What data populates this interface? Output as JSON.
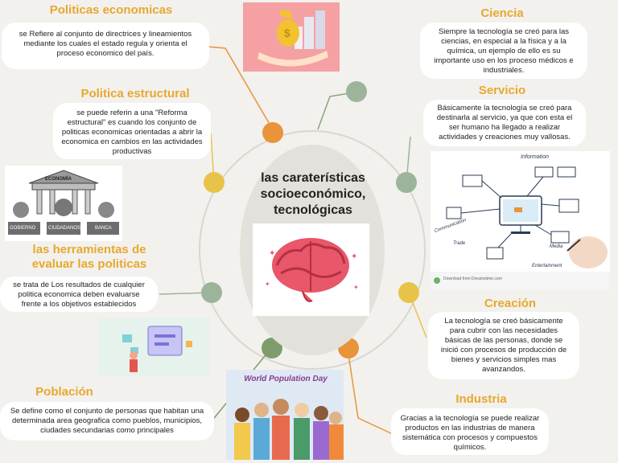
{
  "center": {
    "title_line1": "las caraterísticas",
    "title_line2": "socioeconómico,",
    "title_line3": "tecnológicas"
  },
  "nodes": {
    "politicas_economicas": {
      "title": "Politicas economicas",
      "text": "se Refiere al conjunto de directrices y lineamientos mediante los cuales el estado regula y orienta el proceso economico del país."
    },
    "politica_estructural": {
      "title": "Politica estructural",
      "text": "se puede referin a una \"Reforma estructural\" es cuando los conjunto de politicas economicas orientadas a abrir la economica en cambios en las actividades productivas"
    },
    "herramientas": {
      "title_line1": "las herramientas de",
      "title_line2": "evaluar las politicas",
      "text": "se trata de Los resultados de cualquier politica economica deben evaluarse frente a los objetivos establecidos"
    },
    "poblacion": {
      "title": "Población",
      "text": "Se define como el conjunto de personas que habitan una determinada area geografica como pueblos, municipios, ciudades secundarias como principales"
    },
    "ciencia": {
      "title": "Ciencia",
      "text": "Siempre la tecnología se creó para las ciencias, en especial a la física y a la química, un ejemplo de ello es su importante uso en los proceso médicos e industriales."
    },
    "servicio": {
      "title": "Servicio",
      "text": "Básicamente la tecnología se creó para destinarla al servicio, ya que con esta el ser humano ha llegado a realizar actividades y creaciones muy vallosas."
    },
    "creacion": {
      "title": "Creación",
      "text": "La tecnología se creó básicamente para cubrir con las necesidades básicas de las personas, donde se inició con procesos de producción de bienes y servicios simples mas avanzandos."
    },
    "industria": {
      "title": "Industria",
      "text": "Gracias a la tecnología se puede realizar productos en las industrias de manera sistemática con procesos y compuestos químicos."
    }
  },
  "images": {
    "cartoon_labels": [
      "GOBIERNO",
      "CIUDADANOS",
      "BANCA",
      "ECONOMÍA"
    ],
    "tech_labels": [
      "Information",
      "Communication",
      "Media",
      "Entertainment",
      "Trade"
    ],
    "tech_credit": "Download from Dreamstime.com",
    "population_banner": "World Population Day"
  },
  "colors": {
    "title": "#e8a82e",
    "dot_orange": "#e9933a",
    "dot_yellow": "#e8c34a",
    "dot_sage": "#9cb59a",
    "dot_green": "#7f9d6c",
    "center": "#e3e1db"
  },
  "icons": [
    "money-hand-icon",
    "brain-icon",
    "presentation-icon"
  ]
}
